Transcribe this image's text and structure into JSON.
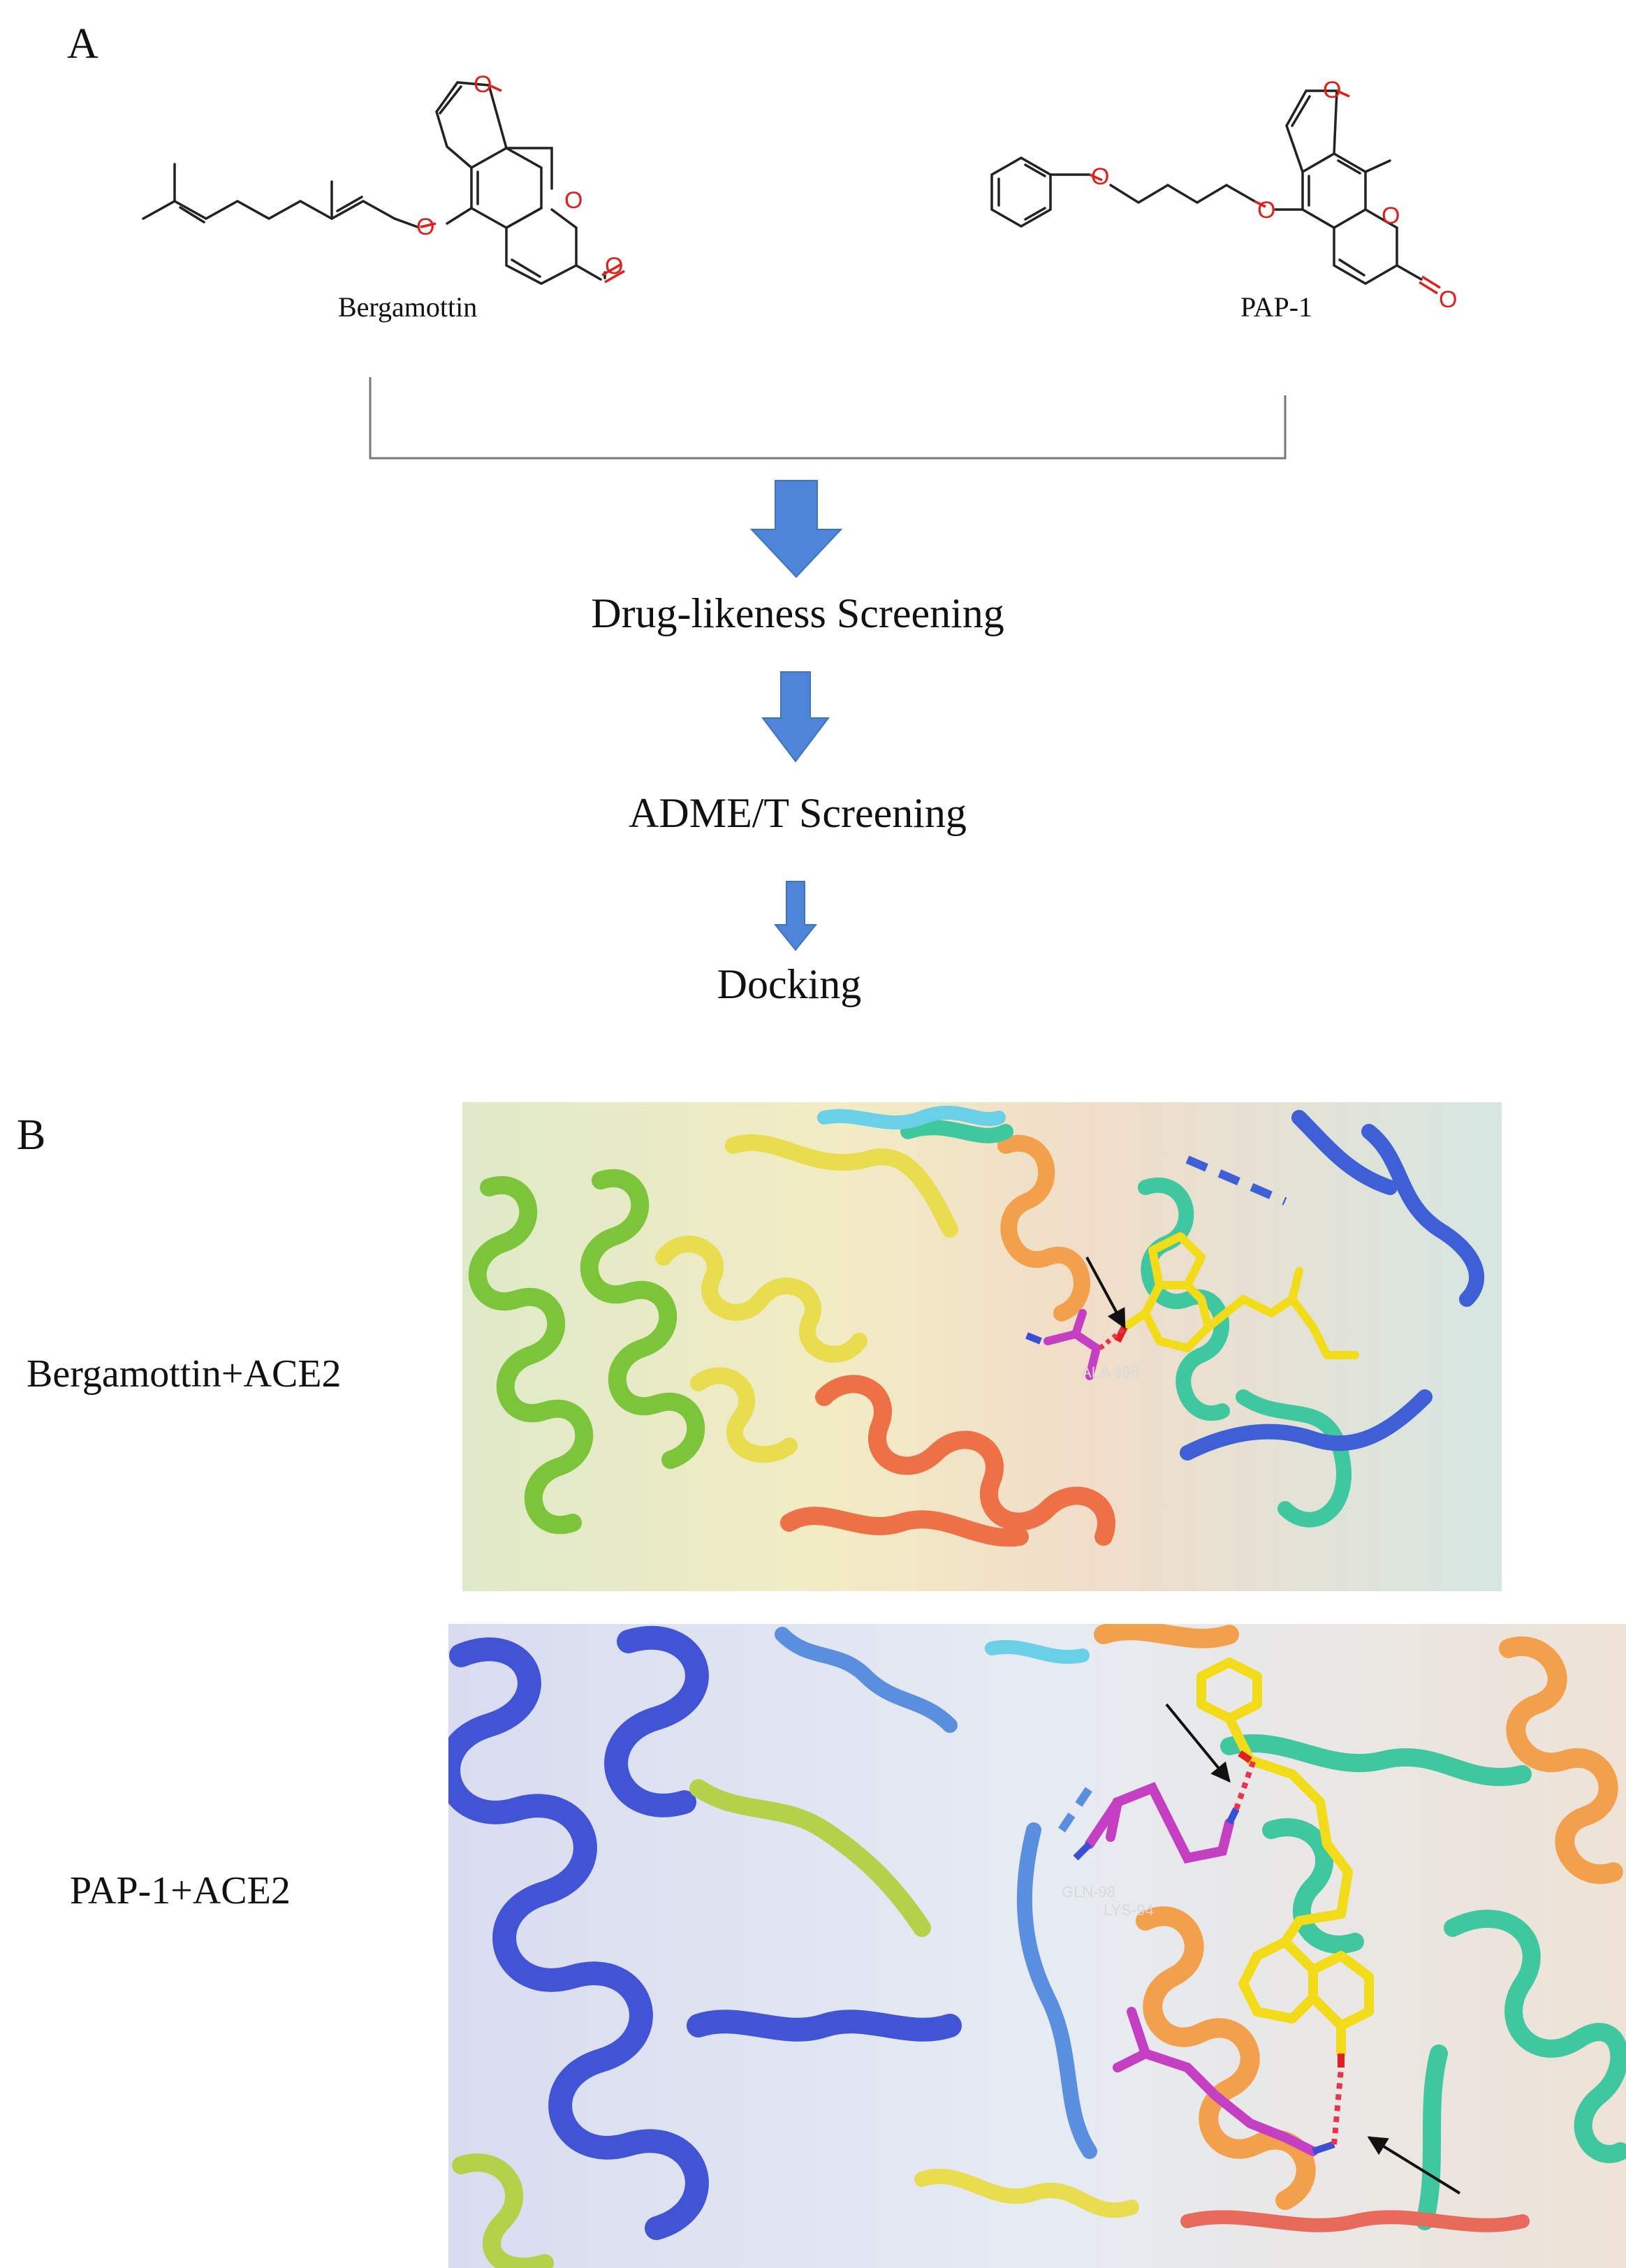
{
  "panel_a": {
    "letter": "A",
    "compounds": [
      {
        "name": "Bergamottin"
      },
      {
        "name": "PAP-1"
      }
    ],
    "atom_label": "O",
    "steps": [
      {
        "label": "Drug-likeness Screening"
      },
      {
        "label": "ADME/T Screening"
      },
      {
        "label": "Docking"
      }
    ],
    "colors": {
      "arrow": "#4f85d8",
      "bond": "#222222",
      "oxygen": "#e0201a",
      "bracket": "#777777"
    }
  },
  "panel_b": {
    "letter": "B",
    "complexes": [
      {
        "label": "Bergamottin+ACE2",
        "residues": [
          "ALA 396"
        ]
      },
      {
        "label": "PAP-1+ACE2",
        "residues": [
          "GLN-98",
          "LYS-94"
        ]
      }
    ],
    "colors": {
      "ligand": "#f2dc1a",
      "residue": "#c43fc2",
      "hbond": "#e8334a",
      "pointer": "#111111"
    }
  }
}
